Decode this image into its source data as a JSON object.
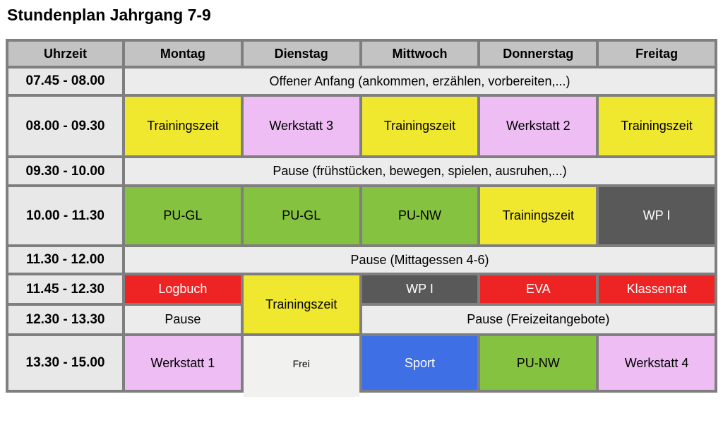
{
  "title": "Stundenplan Jahrgang 7-9",
  "header": {
    "time": "Uhrzeit",
    "days": [
      "Montag",
      "Dienstag",
      "Mittwoch",
      "Donnerstag",
      "Freitag"
    ]
  },
  "rows": [
    {
      "time": "07.45 - 08.00",
      "span": {
        "label": "Offener Anfang (ankommen, erzählen, vorbereiten,...)"
      }
    },
    {
      "time": "08.00 - 09.30",
      "cells": [
        {
          "label": "Trainingszeit",
          "type": "training"
        },
        {
          "label": "Werkstatt  3",
          "type": "werkstatt"
        },
        {
          "label": "Trainingszeit",
          "type": "training"
        },
        {
          "label": "Werkstatt 2",
          "type": "werkstatt"
        },
        {
          "label": "Trainingszeit",
          "type": "training"
        }
      ]
    },
    {
      "time": "09.30 - 10.00",
      "span": {
        "label": "Pause (frühstücken, bewegen, spielen, ausruhen,...)"
      }
    },
    {
      "time": "10.00 - 11.30",
      "cells": [
        {
          "label": "PU-GL",
          "type": "pu"
        },
        {
          "label": "PU-GL",
          "type": "pu"
        },
        {
          "label": "PU-NW",
          "type": "pu"
        },
        {
          "label": "Trainingszeit",
          "type": "training"
        },
        {
          "label": "WP I",
          "type": "wp"
        }
      ]
    },
    {
      "time": "11.30 - 12.00",
      "span": {
        "label": "Pause (Mittagessen 4-6)"
      }
    },
    {
      "time": "11.45 - 12.30",
      "cells": [
        {
          "label": "Logbuch",
          "type": "red"
        },
        {
          "label": "Trainingszeit",
          "type": "training",
          "rowspan": 2
        },
        {
          "label": "WP I",
          "type": "wp"
        },
        {
          "label": "EVA",
          "type": "red"
        },
        {
          "label": "Klassenrat",
          "type": "red"
        }
      ]
    },
    {
      "time": "12.30 - 13.30",
      "cells": [
        {
          "label": "Pause",
          "type": "pause"
        },
        {
          "label": "Pause (Freizeitangebote)",
          "type": "pause",
          "colspan": 3
        }
      ]
    },
    {
      "time": "13.30 - 15.00",
      "cells": [
        {
          "label": "Werkstatt 1",
          "type": "werkstatt"
        },
        {
          "label": "Frei",
          "type": "frei"
        },
        {
          "label": "Sport",
          "type": "sport"
        },
        {
          "label": "PU-NW",
          "type": "pu"
        },
        {
          "label": "Werkstatt 4",
          "type": "werkstatt"
        }
      ]
    }
  ],
  "colors": {
    "header_bg": "#c3c3c3",
    "time_bg": "#e8e8e8",
    "pause_bg": "#ececec",
    "trainingszeit": "#f0e72f",
    "werkstatt": "#edbdf4",
    "pu": "#85c240",
    "wp": "#595959",
    "red_events": "#ee2424",
    "sport": "#3f6fe4",
    "frei_bg": "#f1f1ef",
    "border": "#7f7f7f",
    "light_text": "#ffffff",
    "dark_text": "#000000"
  }
}
